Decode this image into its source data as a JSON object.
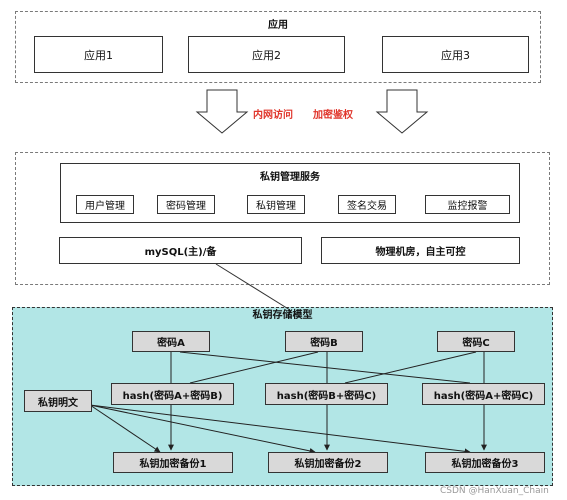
{
  "app_section": {
    "title": "应用",
    "apps": [
      "应用1",
      "应用2",
      "应用3"
    ]
  },
  "annotations": {
    "access": "内网访问",
    "auth": "加密鉴权"
  },
  "service_section": {
    "title": "私钥管理服务",
    "modules": [
      "用户管理",
      "密码管理",
      "私钥管理",
      "签名交易",
      "监控报警"
    ],
    "db": "mySQL(主)/备",
    "room": "物理机房，自主可控"
  },
  "storage_section": {
    "title": "私钥存储模型",
    "passwords": [
      "密码A",
      "密码B",
      "密码C"
    ],
    "hashes": [
      "hash(密码A+密码B)",
      "hash(密码B+密码C)",
      "hash(密码A+密码C)"
    ],
    "plaintext": "私钥明文",
    "backups": [
      "私钥加密备份1",
      "私钥加密备份2",
      "私钥加密备份3"
    ]
  },
  "watermark": "CSDN @HanXuan_Chain",
  "colors": {
    "storage_bg": "#b2e6e6",
    "annotation_red": "#e0352b",
    "gray_box": "#d9d9d9"
  }
}
